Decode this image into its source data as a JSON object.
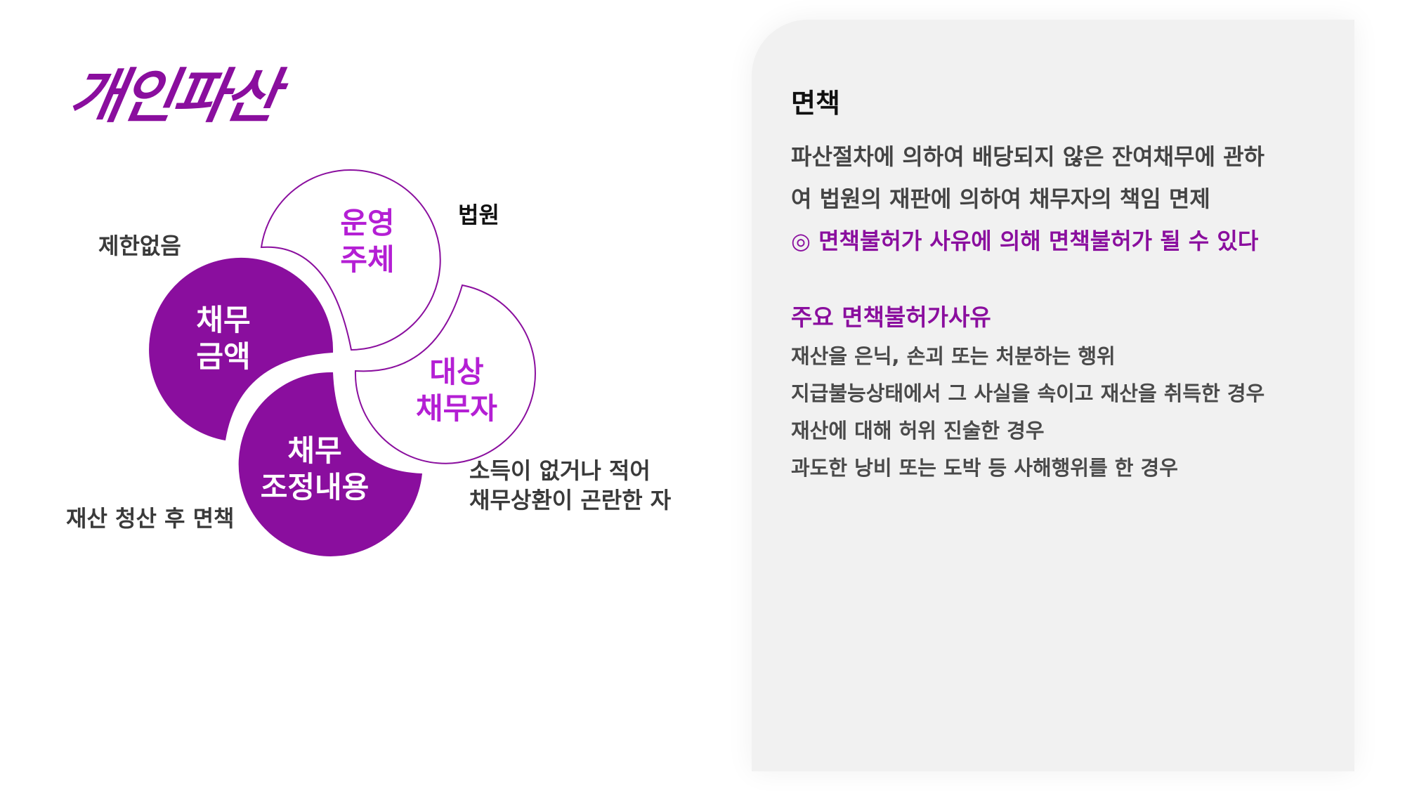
{
  "title": "개인파산",
  "colors": {
    "accent": "#8a0e9e",
    "panel_bg": "#f1f1f1"
  },
  "diagram": {
    "petals": {
      "operator": {
        "lines": [
          "운영",
          "주체"
        ],
        "style": "outline"
      },
      "target": {
        "lines": [
          "대상",
          "채무자"
        ],
        "style": "outline"
      },
      "amount": {
        "lines": [
          "채무",
          "금액"
        ],
        "style": "filled"
      },
      "adjustment": {
        "lines": [
          "채무",
          "조정내용"
        ],
        "style": "filled"
      }
    },
    "labels": {
      "operator": "법원",
      "amount": "제한없음",
      "target_line1": "소득이 없거나 적어",
      "target_line2": "채무상환이 곤란한 자",
      "adjustment": "재산 청산 후 면책"
    }
  },
  "panel": {
    "heading": "면책",
    "body_line1": "파산절차에 의하여 배당되지 않은 잔여채무에 관하",
    "body_line2": "여 법원의 재판에 의하여 채무자의 책임 면제",
    "note": "◎ 면책불허가 사유에 의해 면책불허가 될 수 있다",
    "subheading": "주요 면책불허가사유",
    "items": [
      "재산을 은닉, 손괴 또는 처분하는 행위",
      "지급불능상태에서 그 사실을 속이고 재산을 취득한 경우",
      "재산에 대해 허위 진술한 경우",
      "과도한 낭비 또는 도박 등 사해행위를 한 경우"
    ]
  }
}
